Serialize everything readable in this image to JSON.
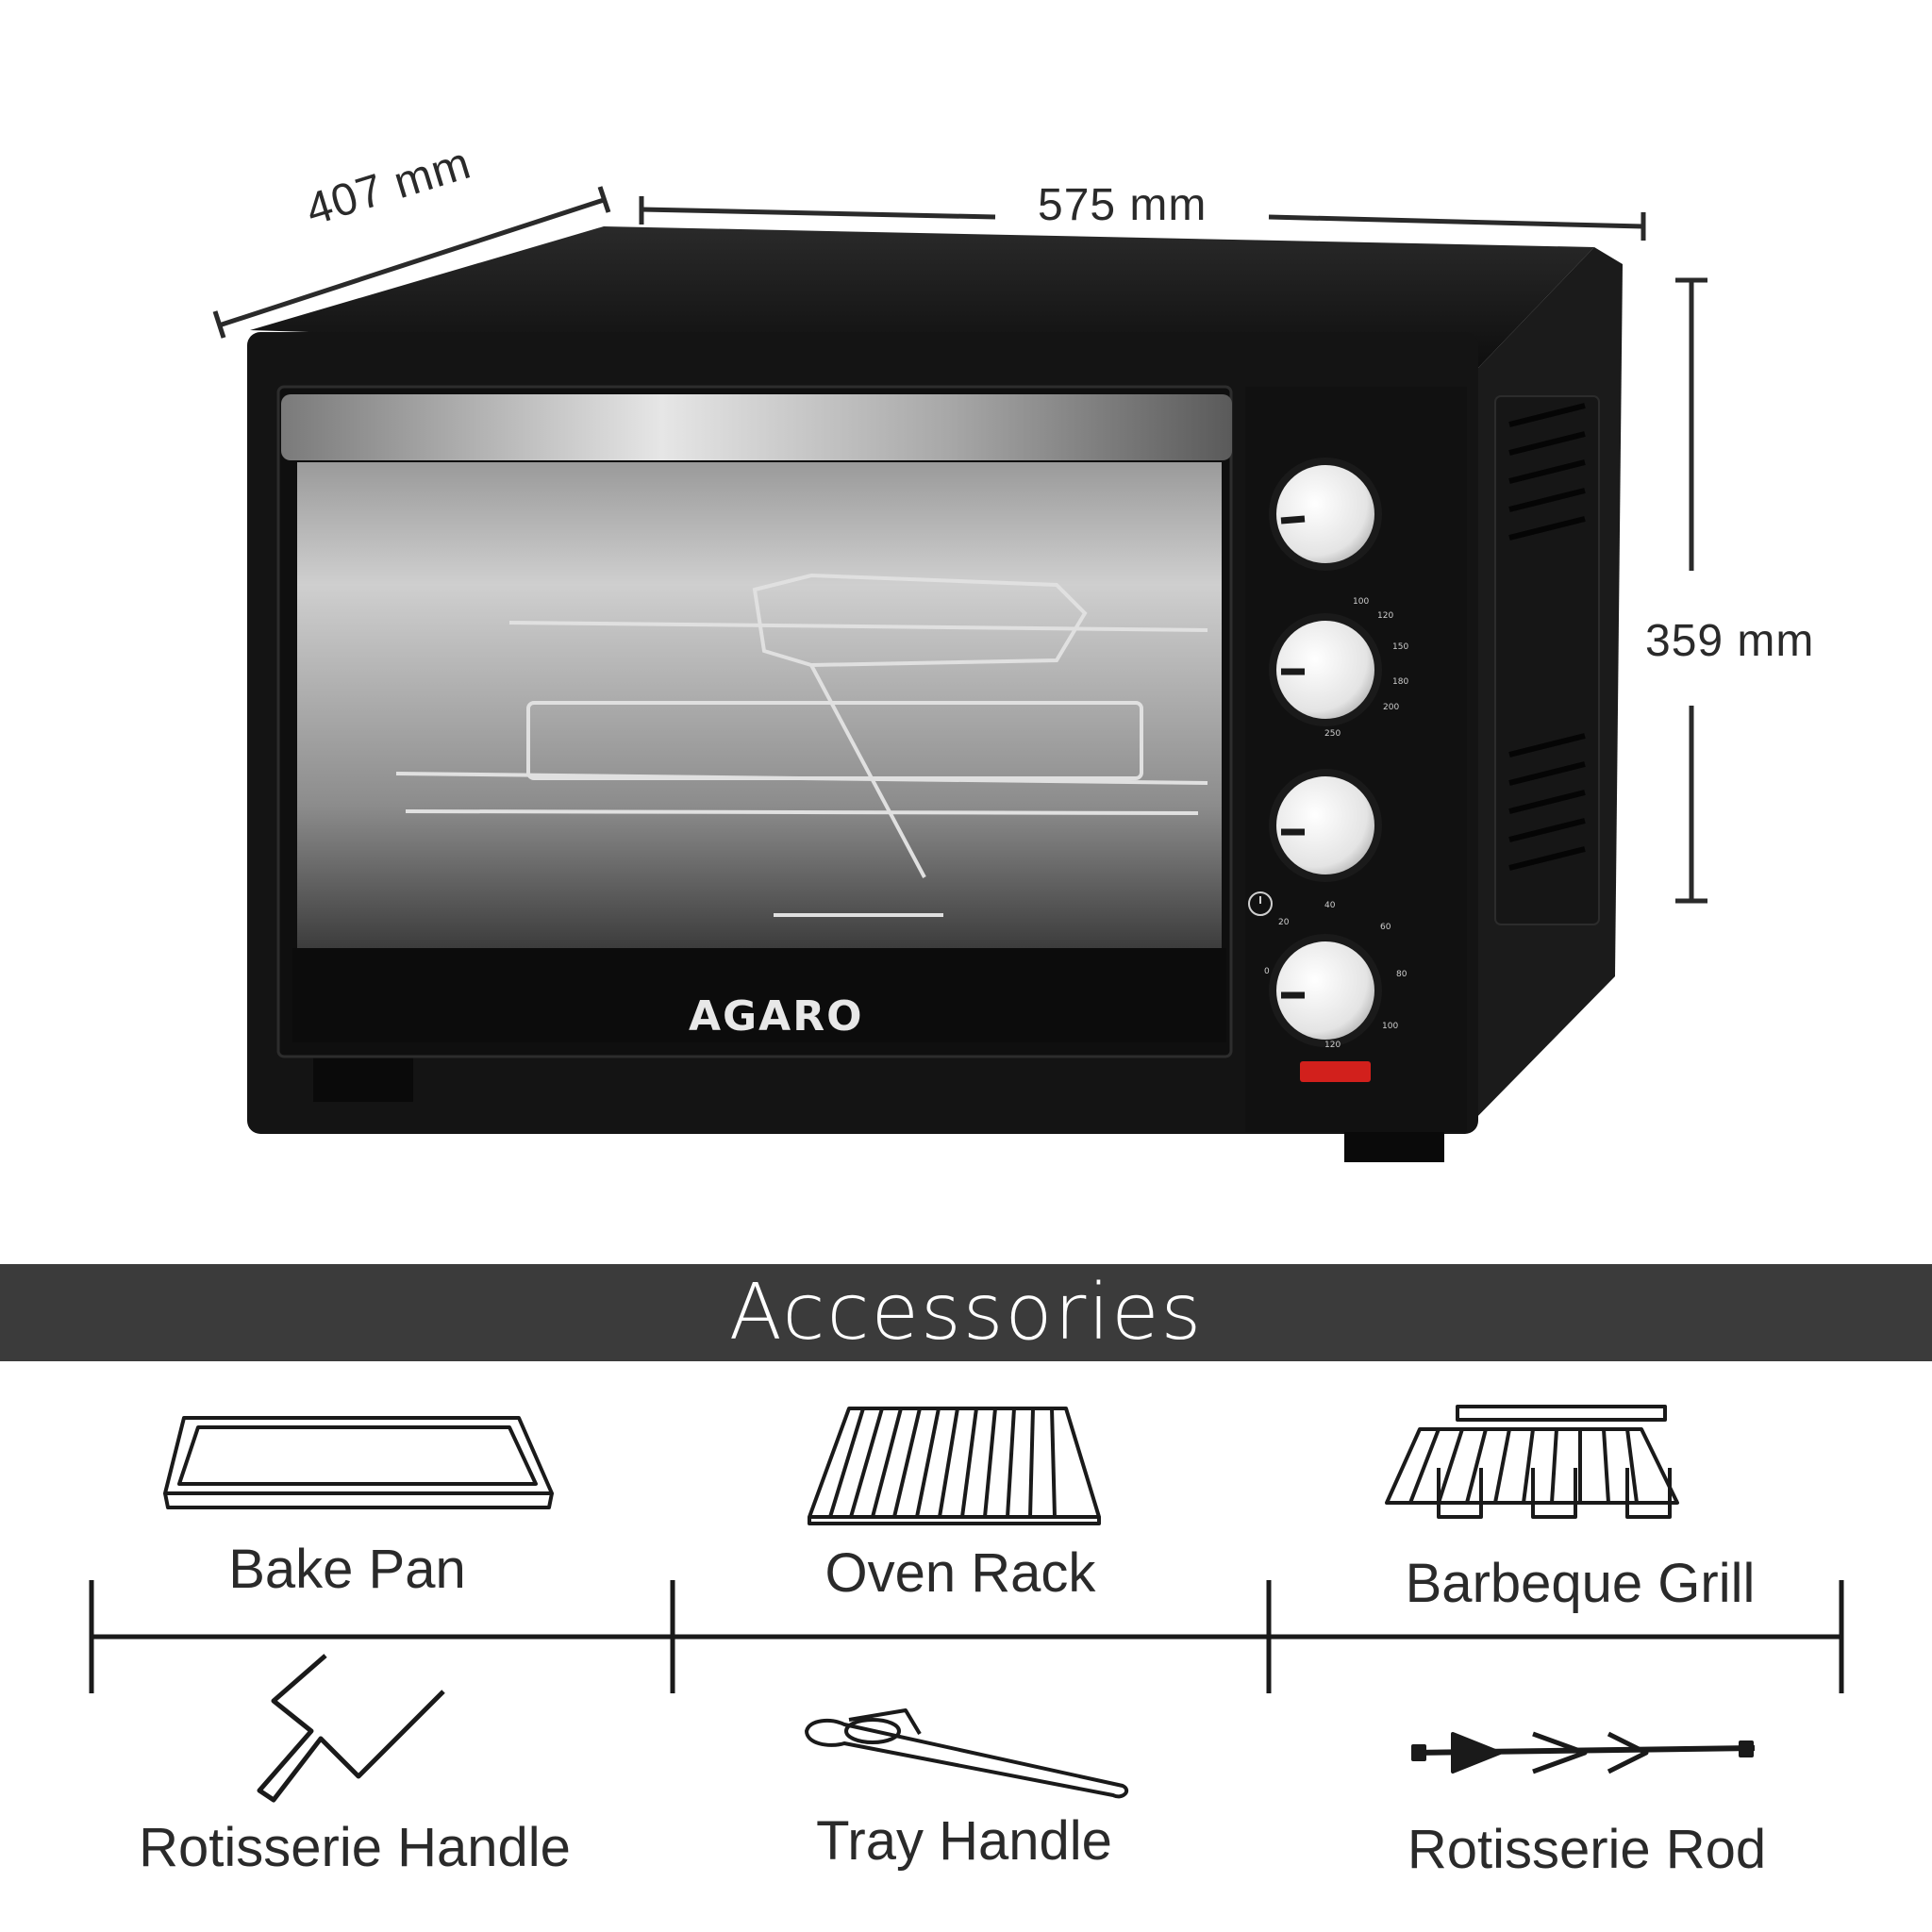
{
  "dimensions": {
    "depth": "407 mm",
    "width": "575 mm",
    "height": "359 mm"
  },
  "brand": "AGARO",
  "timer_scale": [
    "0",
    "20",
    "40",
    "60",
    "80",
    "100",
    "120"
  ],
  "temp_scale": [
    "100",
    "120",
    "150",
    "180",
    "200",
    "250"
  ],
  "banner": {
    "title": "Accessories"
  },
  "accessories": [
    {
      "label": "Bake Pan",
      "icon": "bake-pan-icon"
    },
    {
      "label": "Oven Rack",
      "icon": "oven-rack-icon"
    },
    {
      "label": "Barbeque Grill",
      "icon": "barbeque-grill-icon"
    },
    {
      "label": "Rotisserie Handle",
      "icon": "rotisserie-handle-icon"
    },
    {
      "label": "Tray Handle",
      "icon": "tray-handle-icon"
    },
    {
      "label": "Rotisserie Rod",
      "icon": "rotisserie-rod-icon"
    }
  ],
  "colors": {
    "banner": "#3b3b3b",
    "oven_body": "#141414",
    "indicator": "#d2201c"
  }
}
